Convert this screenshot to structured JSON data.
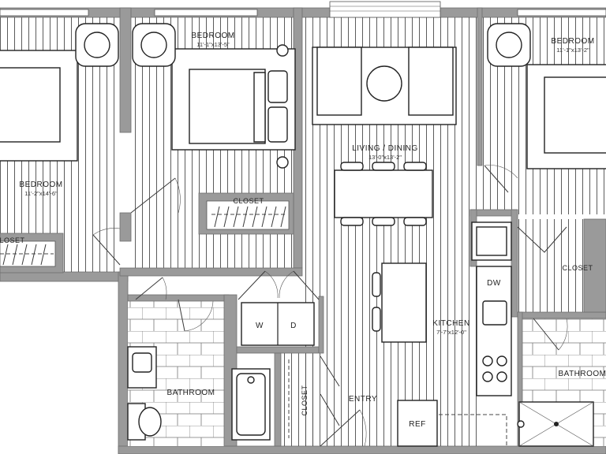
{
  "rooms": {
    "bedroom_center": {
      "label": "BEDROOM",
      "dims": "11'-1\"x13'-5\""
    },
    "bedroom_left": {
      "label": "BEDROOM",
      "dims": "11'-2\"x14'-6\""
    },
    "bedroom_right": {
      "label": "BEDROOM",
      "dims": "11'-1\"x13'-2\""
    },
    "living": {
      "label": "LIVING / DINING",
      "dims": "13'-0\"x13'-2\""
    },
    "kitchen": {
      "label": "KITCHEN",
      "dims": "7'-7\"x12'-0\""
    },
    "bath_left": {
      "label": "BATHROOM"
    },
    "bath_right": {
      "label": "BATHROOM"
    },
    "closet_left": {
      "label": "CLOSET"
    },
    "closet_center": {
      "label": "CLOSET"
    },
    "closet_right": {
      "label": "CLOSET"
    },
    "closet_entry": {
      "label": "CLOSET"
    },
    "entry": {
      "label": "ENTRY"
    }
  },
  "fixtures": {
    "washer": "W",
    "dryer": "D",
    "dishwasher": "DW",
    "fridge": "REF"
  }
}
